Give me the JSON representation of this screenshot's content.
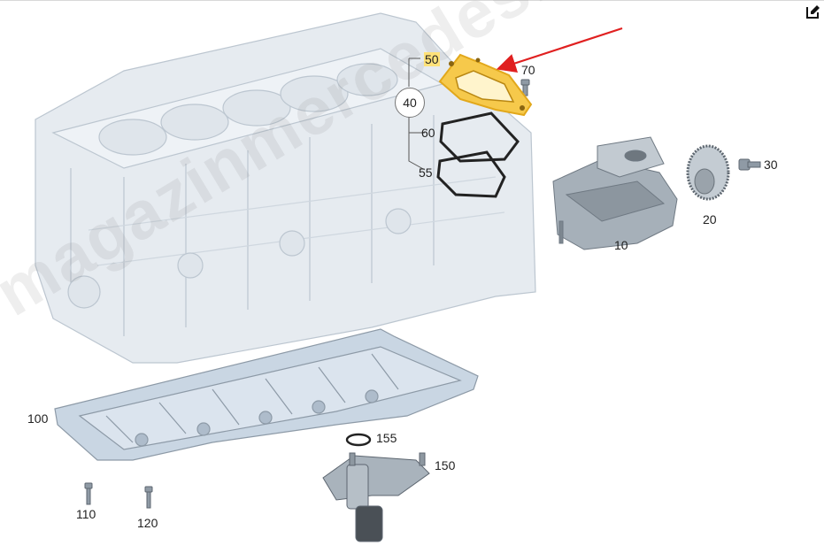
{
  "watermark": "magazinmercedes.ru",
  "colors": {
    "part_fill": "#e4e9ef",
    "part_stroke": "#b9c3ce",
    "highlight": "#f6c94b",
    "arrow": "#e02020",
    "metal": "#9aa3ab"
  },
  "toolbar": {
    "edit_icon": "edit-icon"
  },
  "callouts": {
    "c10": "10",
    "c20": "20",
    "c30": "30",
    "c40": "40",
    "c50": "50",
    "c55": "55",
    "c60": "60",
    "c70": "70",
    "c100": "100",
    "c110": "110",
    "c120": "120",
    "c150": "150",
    "c155": "155"
  }
}
